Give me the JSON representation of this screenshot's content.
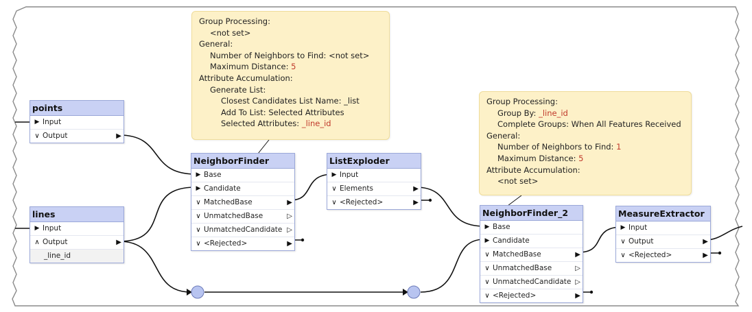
{
  "colors": {
    "canvas_bg": "#ffffff",
    "node_header": "#c9d1f4",
    "node_border": "#9aa7d8",
    "note_bg": "#fdf1c8",
    "value_highlight": "#c0392b",
    "junction": "#b8c4f0"
  },
  "notes": {
    "neighborfinder": {
      "lines": [
        {
          "label": "Group Processing:",
          "value": "",
          "indent": 0
        },
        {
          "label": "<not set>",
          "value": "",
          "indent": 1
        },
        {
          "label": "General:",
          "value": "",
          "indent": 0
        },
        {
          "label": "Number of Neighbors to Find: ",
          "value": "<not set>",
          "value_plain": true,
          "indent": 1
        },
        {
          "label": "Maximum Distance: ",
          "value": "5",
          "indent": 1
        },
        {
          "label": "Attribute Accumulation:",
          "value": "",
          "indent": 0
        },
        {
          "label": "Generate List:",
          "value": "",
          "indent": 1
        },
        {
          "label": "Closest Candidates List Name: _list",
          "value": "",
          "indent": 2
        },
        {
          "label": "Add To List: Selected Attributes",
          "value": "",
          "indent": 2
        },
        {
          "label": "Selected Attributes: ",
          "value": "_line_id",
          "indent": 2
        }
      ]
    },
    "neighborfinder_2": {
      "lines": [
        {
          "label": "Group Processing:",
          "value": "",
          "indent": 0
        },
        {
          "label": "Group By: ",
          "value": "_line_id",
          "indent": 1
        },
        {
          "label": "Complete Groups: When All Features Received",
          "value": "",
          "indent": 1
        },
        {
          "label": "General:",
          "value": "",
          "indent": 0
        },
        {
          "label": "Number of Neighbors to Find: ",
          "value": "1",
          "indent": 1
        },
        {
          "label": "Maximum Distance: ",
          "value": "5",
          "indent": 1
        },
        {
          "label": "Attribute Accumulation:",
          "value": "",
          "indent": 0
        },
        {
          "label": "<not set>",
          "value": "",
          "indent": 1
        }
      ]
    }
  },
  "nodes": {
    "points": {
      "title": "points",
      "ports": [
        {
          "name": "Input",
          "kind": "input"
        },
        {
          "name": "Output",
          "kind": "output",
          "expander": "collapsed"
        }
      ]
    },
    "lines": {
      "title": "lines",
      "ports": [
        {
          "name": "Input",
          "kind": "input"
        },
        {
          "name": "Output",
          "kind": "output",
          "expander": "expanded"
        },
        {
          "name": "_line_id",
          "kind": "attribute"
        }
      ]
    },
    "neighborfinder": {
      "title": "NeighborFinder",
      "ports": [
        {
          "name": "Base",
          "kind": "input"
        },
        {
          "name": "Candidate",
          "kind": "input"
        },
        {
          "name": "MatchedBase",
          "kind": "output",
          "expander": "collapsed",
          "connected": true
        },
        {
          "name": "UnmatchedBase",
          "kind": "output",
          "expander": "collapsed",
          "connected": false
        },
        {
          "name": "UnmatchedCandidate",
          "kind": "output",
          "expander": "collapsed",
          "connected": false
        },
        {
          "name": "<Rejected>",
          "kind": "output",
          "expander": "collapsed",
          "connected": true
        }
      ]
    },
    "listexploder": {
      "title": "ListExploder",
      "ports": [
        {
          "name": "Input",
          "kind": "input"
        },
        {
          "name": "Elements",
          "kind": "output",
          "expander": "collapsed",
          "connected": true
        },
        {
          "name": "<Rejected>",
          "kind": "output",
          "expander": "collapsed",
          "connected": true
        }
      ]
    },
    "neighborfinder_2": {
      "title": "NeighborFinder_2",
      "ports": [
        {
          "name": "Base",
          "kind": "input"
        },
        {
          "name": "Candidate",
          "kind": "input"
        },
        {
          "name": "MatchedBase",
          "kind": "output",
          "expander": "collapsed",
          "connected": true
        },
        {
          "name": "UnmatchedBase",
          "kind": "output",
          "expander": "collapsed",
          "connected": false
        },
        {
          "name": "UnmatchedCandidate",
          "kind": "output",
          "expander": "collapsed",
          "connected": false
        },
        {
          "name": "<Rejected>",
          "kind": "output",
          "expander": "collapsed",
          "connected": true
        }
      ]
    },
    "measureextractor": {
      "title": "MeasureExtractor",
      "ports": [
        {
          "name": "Input",
          "kind": "input"
        },
        {
          "name": "Output",
          "kind": "output",
          "expander": "collapsed",
          "connected": true
        },
        {
          "name": "<Rejected>",
          "kind": "output",
          "expander": "collapsed",
          "connected": true
        }
      ]
    }
  },
  "edges": [
    {
      "from": "points.Output",
      "to": "neighborfinder.Base"
    },
    {
      "from": "lines.Output",
      "to": "neighborfinder.Candidate"
    },
    {
      "from": "neighborfinder.MatchedBase",
      "to": "listexploder.Input"
    },
    {
      "from": "listexploder.Elements",
      "to": "neighborfinder_2.Base"
    },
    {
      "from": "lines.Output",
      "to": "neighborfinder_2.Candidate",
      "via": "two junctions"
    },
    {
      "from": "neighborfinder_2.MatchedBase",
      "to": "measureextractor.Input"
    }
  ]
}
